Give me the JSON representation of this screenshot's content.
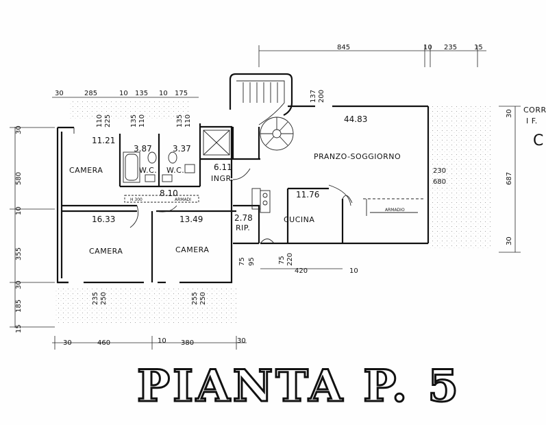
{
  "title": "PIANTA P. 5",
  "rooms": {
    "camera_1": {
      "label": "CAMERA",
      "area": "11.21"
    },
    "wc_1": {
      "label": "W.C.",
      "area": "3.87"
    },
    "wc_2": {
      "label": "W.C.",
      "area": "3.37"
    },
    "ingresso": {
      "label": "INGR.",
      "area": "6.11"
    },
    "pranzo": {
      "label": "PRANZO-SOGGIORNO",
      "area": "44.83"
    },
    "disimpegno": {
      "area": "8.10"
    },
    "camera_2": {
      "label": "CAMERA",
      "area": "16.33"
    },
    "camera_3": {
      "label": "CAMERA",
      "area": "13.49"
    },
    "rip": {
      "label": "RIP.",
      "area": "2.78"
    },
    "cucina": {
      "label": "CUCINA",
      "area": "11.76"
    }
  },
  "corr_text": {
    "line1": "CORR",
    "line2": "I F.",
    "line3": "C"
  },
  "dims": {
    "top_right": [
      "845",
      "10",
      "235",
      "15"
    ],
    "top_left": [
      "30",
      "285",
      "10",
      "135",
      "10",
      "175"
    ],
    "top_small": [
      "110",
      "225",
      "135",
      "110",
      "135",
      "110",
      "137",
      "200"
    ],
    "left": [
      "30",
      "580",
      "10",
      "355",
      "30",
      "185",
      "15"
    ],
    "bottom": [
      "30",
      "460",
      "10",
      "380",
      "30"
    ],
    "right": [
      "30",
      "687",
      "30"
    ],
    "inner": [
      "230",
      "680",
      "75",
      "95",
      "75",
      "220",
      "420",
      "10",
      "235",
      "250",
      "255",
      "250"
    ]
  },
  "notes": {
    "n1": "H 300",
    "n2": "ARMADI",
    "n3": "ARMADIO"
  }
}
